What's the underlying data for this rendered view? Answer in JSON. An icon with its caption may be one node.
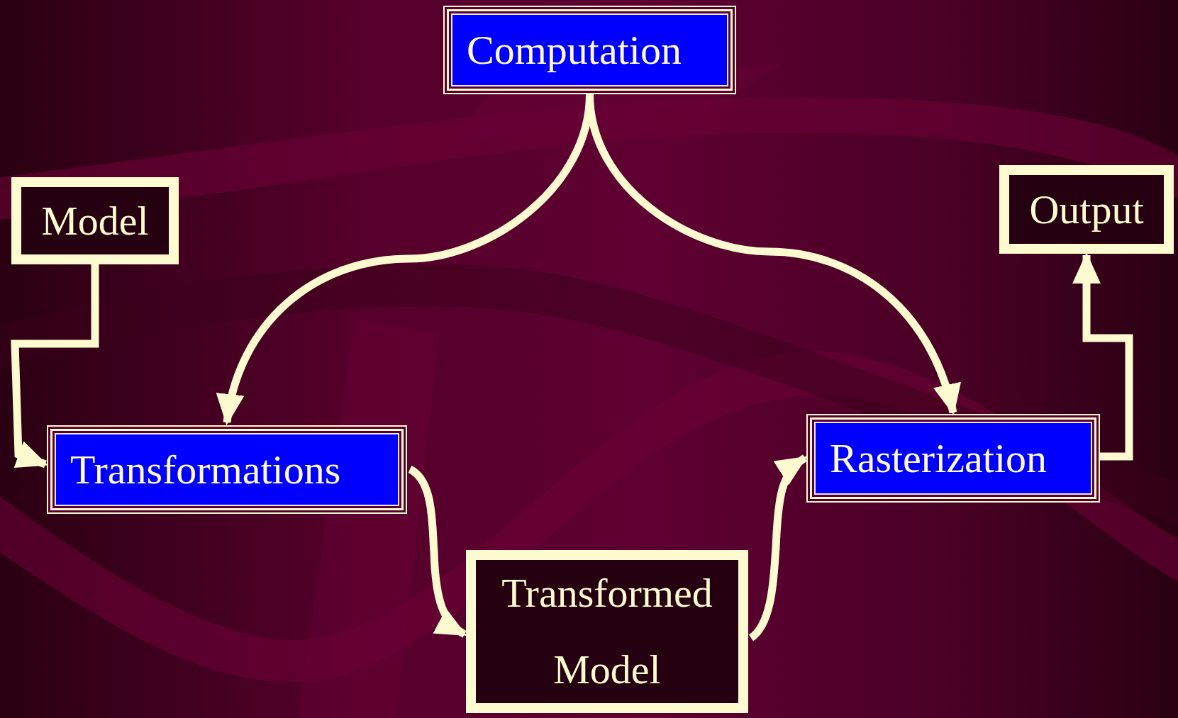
{
  "diagram": {
    "nodes": [
      {
        "text": [
          "Computation"
        ]
      },
      {
        "text": [
          "Model"
        ]
      },
      {
        "text": [
          "Output"
        ]
      },
      {
        "text": [
          "Transformations"
        ]
      },
      {
        "text": [
          "Rasterization"
        ]
      },
      {
        "text": [
          "Transformed Model"
        ]
      }
    ],
    "edges": [
      {
        "from": 0,
        "to": 3,
        "arrow": "to"
      },
      {
        "from": 0,
        "to": 4,
        "arrow": "to"
      },
      {
        "from": 1,
        "to": 3,
        "arrow": "to"
      },
      {
        "from": 3,
        "to": 5,
        "arrow": "to"
      },
      {
        "from": 5,
        "to": 4,
        "arrow": "to"
      },
      {
        "from": 4,
        "to": 2,
        "arrow": "to"
      }
    ]
  }
}
